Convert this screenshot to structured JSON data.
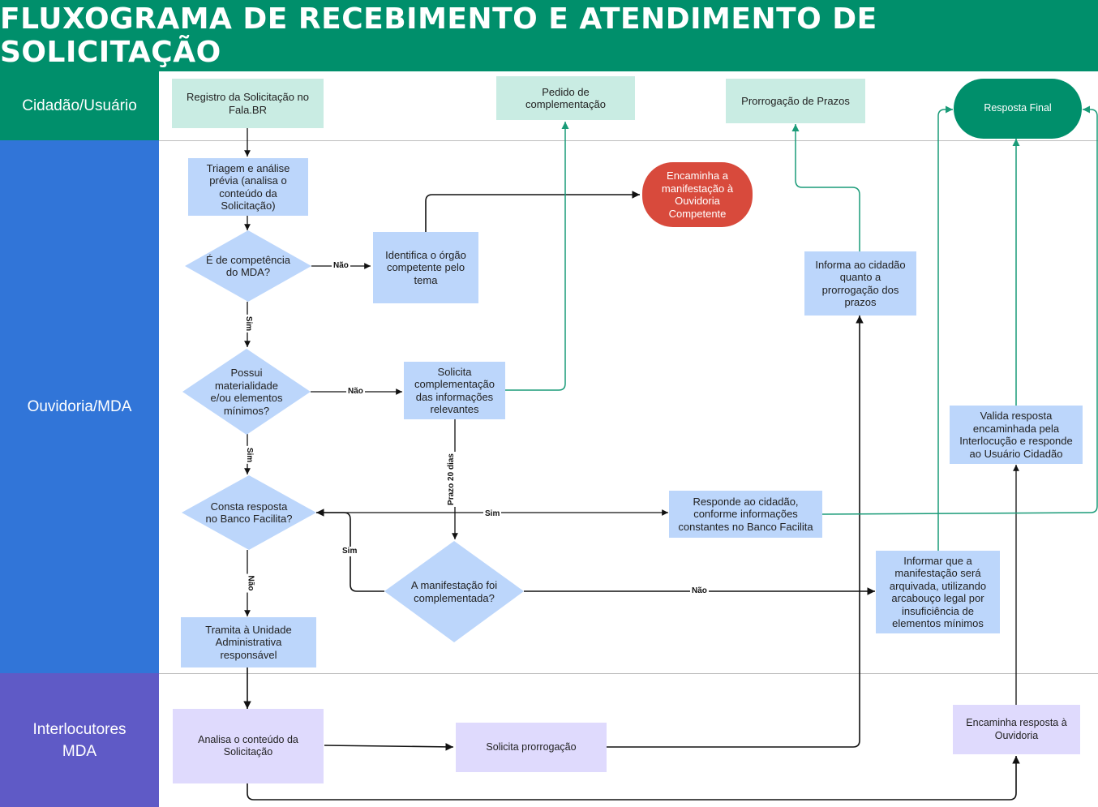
{
  "title": "FLUXOGRAMA DE RECEBIMENTO E ATENDIMENTO DE SOLICITAÇÃO",
  "lanes": [
    {
      "id": "cidadao",
      "label": "Cidadão/Usuário",
      "color": "#008f6b"
    },
    {
      "id": "ouvidoria",
      "label": "Ouvidoria/MDA",
      "color": "#3175d8"
    },
    {
      "id": "interlocutores",
      "label": "Interlocutores MDA",
      "color": "#5f5ac6"
    }
  ],
  "nodes": {
    "registro": "Registro da Solicitação no Fala.BR",
    "pedido_complementacao": "Pedido de complementação",
    "prorrogacao_prazos": "Prorrogação de Prazos",
    "resposta_final": "Resposta Final",
    "triagem": "Triagem e análise prévia (analisa o conteúdo da Solicitação)",
    "competencia": "É de competência do MDA?",
    "identifica_orgao": "Identifica o órgão competente pelo tema",
    "encaminha_ouvidoria_competente": "Encaminha a manifestação à Ouvidoria Competente",
    "informa_prorrogacao": "Informa ao cidadão quanto a prorrogação dos prazos",
    "materialidade": "Possui materialidade e/ou elementos mínimos?",
    "solicita_complementacao": "Solicita complementação das informações relevantes",
    "valida_resposta": "Valida resposta encaminhada pela Interlocução e responde ao Usuário Cidadão",
    "banco_facilita": "Consta resposta no Banco Facilita?",
    "responde_cidadao": "Responde ao cidadão, conforme informações constantes no Banco Facilita",
    "manifestacao_complementada": "A manifestação foi complementada?",
    "informar_arquivada": "Informar que a manifestação será arquivada, utilizando arcabouço legal por insuficiência de elementos mínimos",
    "tramita_unidade": "Tramita à Unidade Administrativa responsável",
    "analisa_conteudo": "Analisa o conteúdo da Solicitação",
    "solicita_prorrogacao": "Solicita prorrogação",
    "encaminha_resposta": "Encaminha resposta à Ouvidoria"
  },
  "edge_labels": {
    "nao_competencia": "Não",
    "sim_competencia": "Sim",
    "nao_materialidade": "Não",
    "sim_materialidade": "Sim",
    "sim_banco": "Sim",
    "nao_banco": "Não",
    "prazo": "Prazo 20 dias",
    "sim_complementada": "Sim",
    "nao_complementada": "Não"
  },
  "colors": {
    "title_bg": "#008f6b",
    "teal_box": "#c9ece3",
    "blue_box": "#bcd6fb",
    "purple_box": "#dfdafd",
    "red_pill": "#d84a3c",
    "green_connector": "#1a9b78",
    "black_connector": "#111111"
  }
}
